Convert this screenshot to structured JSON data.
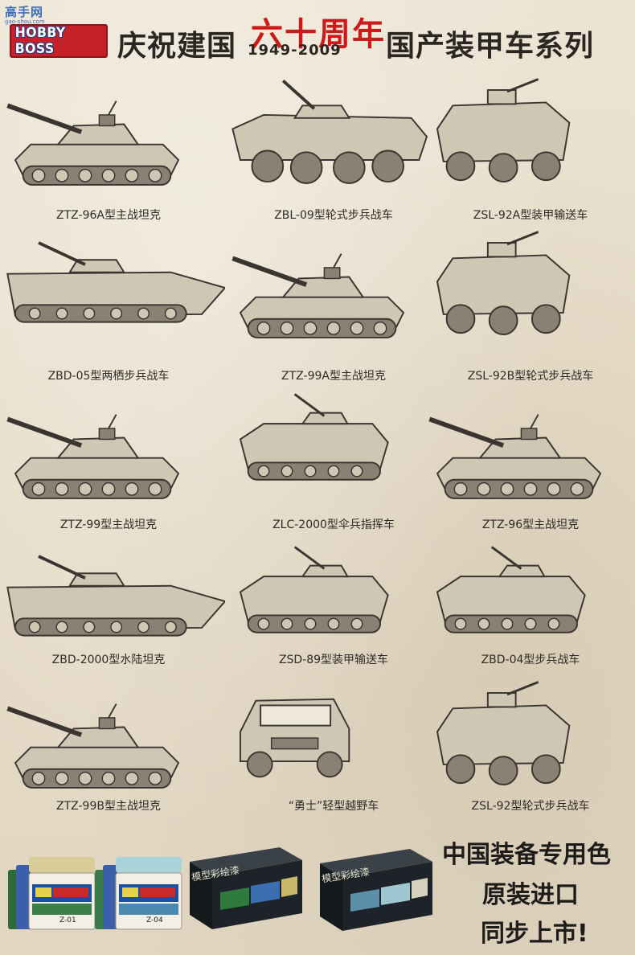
{
  "header": {
    "watermark": "高手网",
    "watermark_url": "gao-shou.com",
    "brand_logo": "HOBBY BOSS",
    "title_left": "庆祝建国",
    "title_highlight": "六十周年",
    "title_years": "1949-2009",
    "title_right": "国产装甲车系列"
  },
  "vehicles": [
    {
      "caption": "ZTZ-96A型主战坦克",
      "kind": "tank"
    },
    {
      "caption": "ZBL-09型轮式步兵战车",
      "kind": "wheeled8"
    },
    {
      "caption": "ZSL-92A型装甲输送车",
      "kind": "wheeled6"
    },
    {
      "caption": "ZBD-05型两栖步兵战车",
      "kind": "amphib"
    },
    {
      "caption": "ZTZ-99A型主战坦克",
      "kind": "tank"
    },
    {
      "caption": "ZSL-92B型轮式步兵战车",
      "kind": "wheeled6"
    },
    {
      "caption": "ZTZ-99型主战坦克",
      "kind": "tank"
    },
    {
      "caption": "ZLC-2000型伞兵指挥车",
      "kind": "tracked"
    },
    {
      "caption": "ZTZ-96型主战坦克",
      "kind": "tank"
    },
    {
      "caption": "ZBD-2000型水陆坦克",
      "kind": "amphib"
    },
    {
      "caption": "ZSD-89型装甲输送车",
      "kind": "tracked"
    },
    {
      "caption": "ZBD-04型步兵战车",
      "kind": "tracked"
    },
    {
      "caption": "ZTZ-99B型主战坦克",
      "kind": "tank"
    },
    {
      "caption": "“勇士”轻型越野车",
      "kind": "jeep"
    },
    {
      "caption": "ZSL-92型轮式步兵战车",
      "kind": "wheeled6"
    }
  ],
  "paint_jars": [
    {
      "label": "Z-01",
      "cap_color": "#d9cc98"
    },
    {
      "label": "Z-04",
      "cap_color": "#a9d4dc"
    }
  ],
  "paint_boxes": [
    {
      "label": "模型彩绘漆",
      "color": "#1d2328"
    },
    {
      "label": "模型彩绘漆",
      "color": "#1d2328"
    }
  ],
  "slogan": [
    "中国装备专用色",
    "原装进口",
    "同步上市!"
  ]
}
